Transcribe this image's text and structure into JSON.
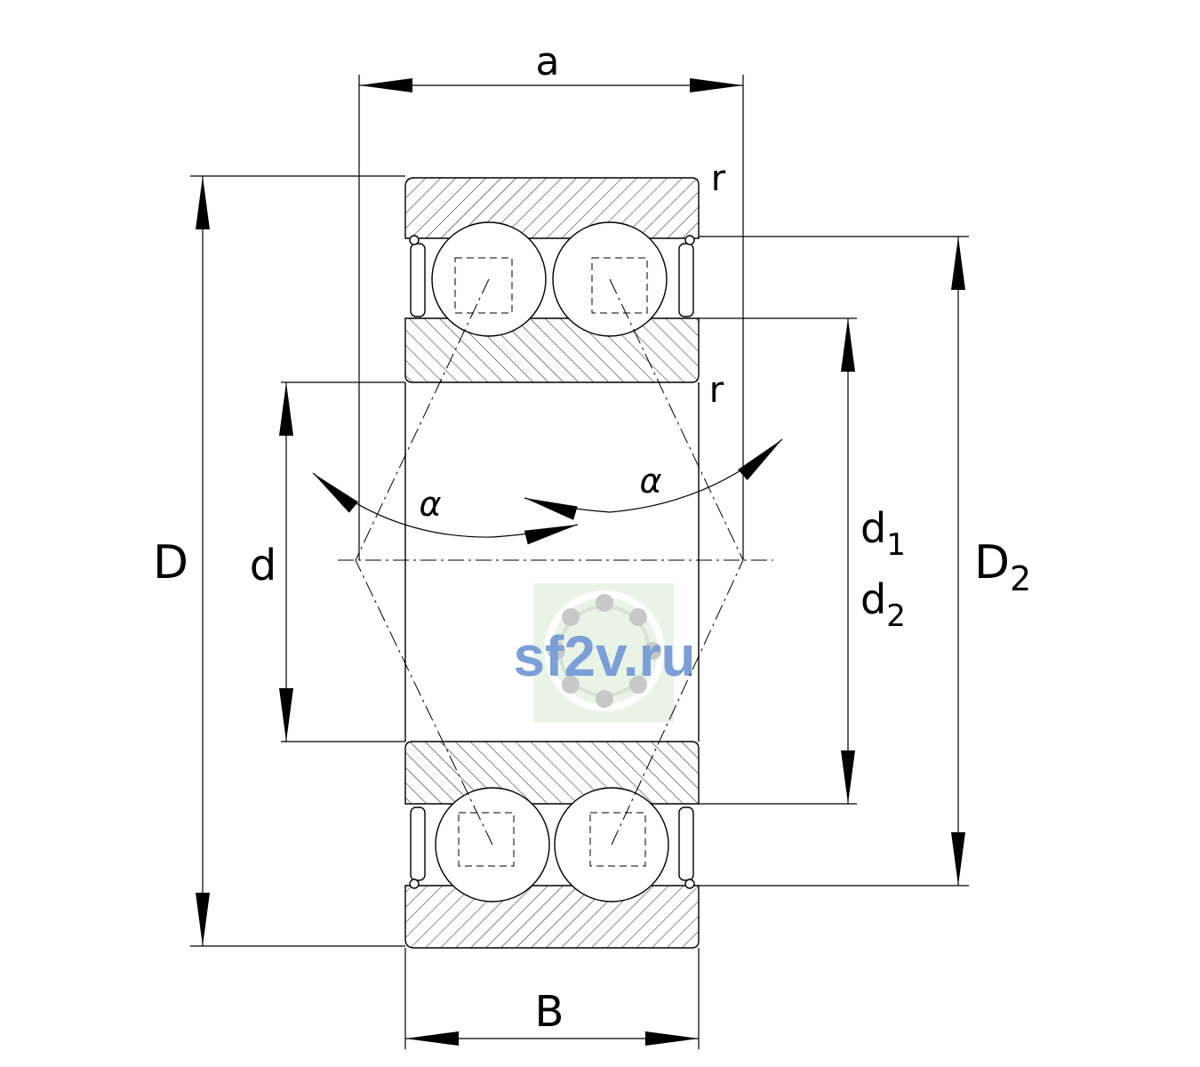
{
  "labels": {
    "a": "a",
    "r_top": "r",
    "r_mid": "r",
    "alpha_left": "α",
    "alpha_right": "α",
    "D": "D",
    "d": "d",
    "d1": "d",
    "d1_sub": "1",
    "d2": "d",
    "d2_sub": "2",
    "D2": "D",
    "D2_sub": "2",
    "B": "B"
  },
  "watermark": {
    "text": "sf2v.ru"
  },
  "colors": {
    "line": "#000000",
    "watermark_text": "#7b9fd6",
    "watermark_bg": "#e9f4e6"
  }
}
